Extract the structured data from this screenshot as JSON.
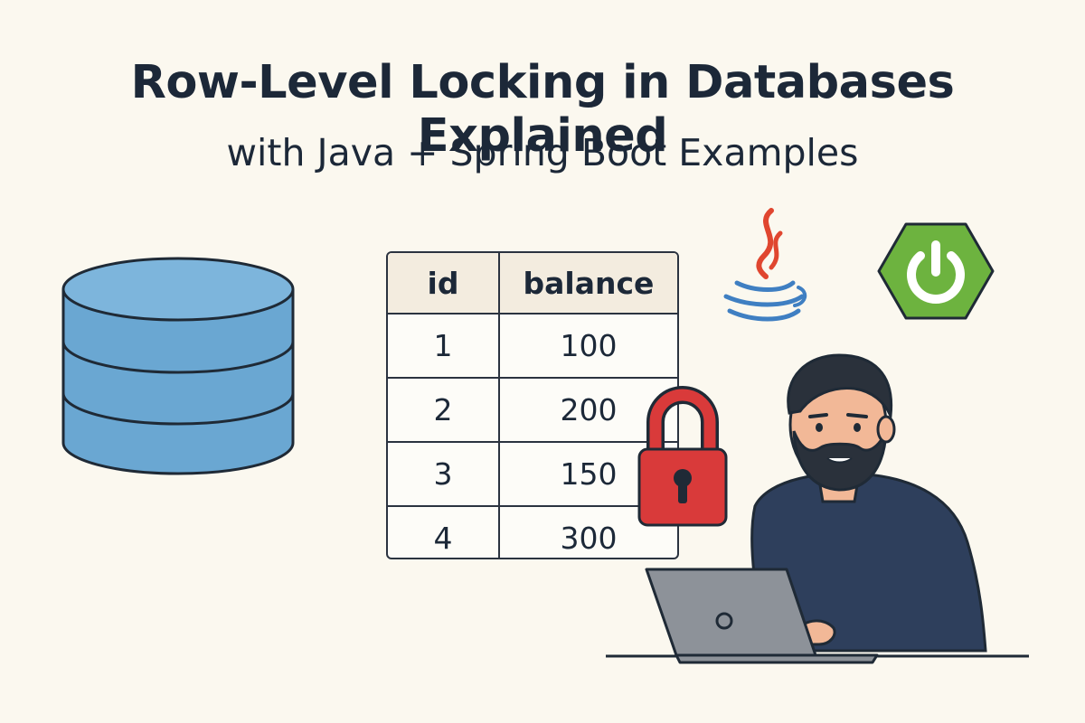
{
  "header": {
    "title": "Row-Level Locking in Databases Explained",
    "subtitle": "with Java + Spring Boot Examples"
  },
  "table": {
    "columns": [
      "id",
      "balance"
    ],
    "rows": [
      [
        "1",
        "100"
      ],
      [
        "2",
        "200"
      ],
      [
        "3",
        "150"
      ],
      [
        "4",
        "300"
      ]
    ]
  },
  "icons": {
    "database": "database-icon",
    "lock": "padlock-icon",
    "java": "java-logo-icon",
    "spring": "spring-boot-logo-icon",
    "person": "developer-at-laptop-illustration"
  },
  "colors": {
    "background": "#fbf8ef",
    "database_fill": "#6aa7d2",
    "lock_red": "#d93a3a",
    "spring_green": "#6db33f",
    "java_red": "#e0462f",
    "java_blue": "#3f7fc2",
    "shirt": "#2e3f5c"
  }
}
